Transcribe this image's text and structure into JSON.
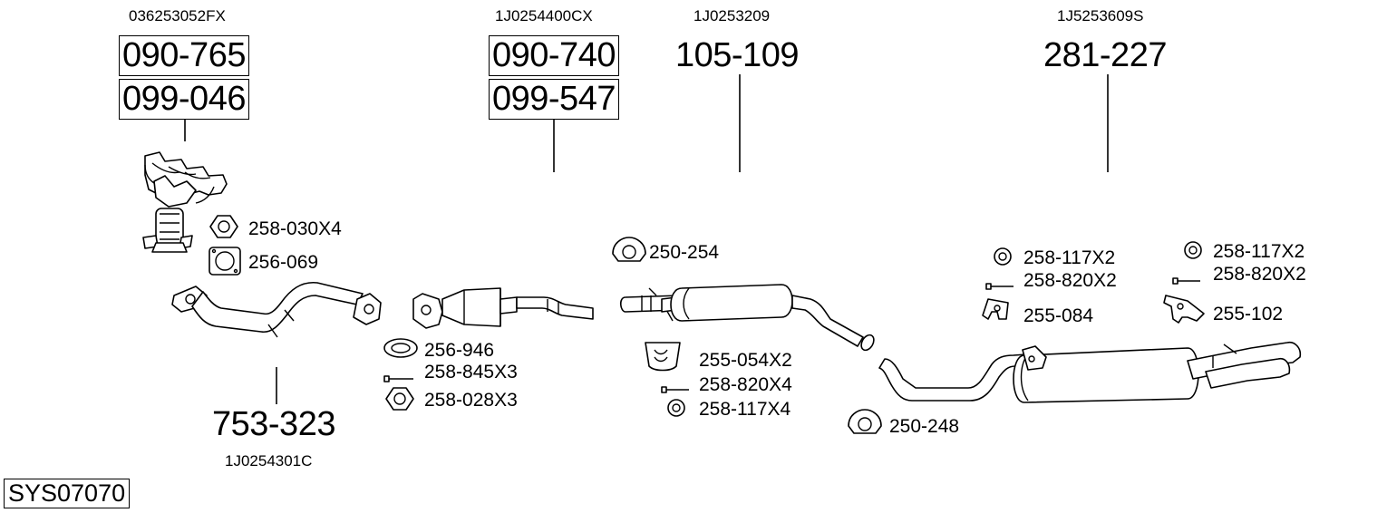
{
  "system": {
    "code": "SYS07070"
  },
  "groups": {
    "manifold": {
      "oe": "036253052FX",
      "parts": [
        "090-765",
        "099-046"
      ]
    },
    "catalyst": {
      "oe": "1J0254400CX",
      "parts": [
        "090-740",
        "099-547"
      ]
    },
    "middle": {
      "oe": "1J0253209",
      "part": "105-109"
    },
    "rear": {
      "oe": "1J5253609S",
      "part": "281-227"
    },
    "front_pipe": {
      "part": "753-323",
      "oe": "1J0254301C"
    }
  },
  "fittings": [
    {
      "id": "f1",
      "label": "258-030X4",
      "icon": "nut-icon"
    },
    {
      "id": "f2",
      "label": "256-069",
      "icon": "gasket-icon"
    },
    {
      "id": "f3",
      "label": "250-254",
      "icon": "clamp-icon"
    },
    {
      "id": "f4",
      "label": "256-946",
      "icon": "ring-gasket-icon"
    },
    {
      "id": "f5",
      "label": "258-845X3",
      "icon": "bolt-icon"
    },
    {
      "id": "f6",
      "label": "258-028X3",
      "icon": "nut-icon"
    },
    {
      "id": "f7",
      "label": "255-054X2",
      "icon": "rubber-hanger-icon"
    },
    {
      "id": "f8",
      "label": "258-820X4",
      "icon": "bolt-icon"
    },
    {
      "id": "f9",
      "label": "258-117X4",
      "icon": "washer-icon"
    },
    {
      "id": "f10",
      "label": "250-248",
      "icon": "clamp-icon"
    },
    {
      "id": "f11",
      "label": "258-117X2",
      "icon": "washer-icon"
    },
    {
      "id": "f12",
      "label": "258-820X2",
      "icon": "bolt-icon"
    },
    {
      "id": "f13",
      "label": "255-084",
      "icon": "rubber-hanger-icon"
    },
    {
      "id": "f14",
      "label": "258-117X2",
      "icon": "washer-icon"
    },
    {
      "id": "f15",
      "label": "258-820X2",
      "icon": "bolt-icon"
    },
    {
      "id": "f16",
      "label": "255-102",
      "icon": "bracket-icon"
    }
  ]
}
